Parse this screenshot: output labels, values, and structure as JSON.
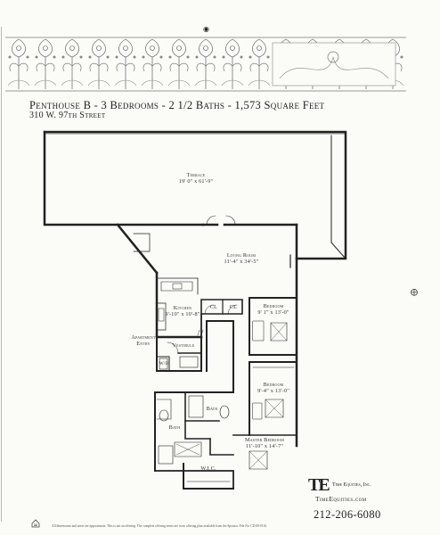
{
  "header": {
    "title": "Penthouse B - 3 Bedrooms - 2 1/2 Baths - 1,573 Square Feet",
    "address": "310 W. 97th Street"
  },
  "rooms": {
    "terrace": {
      "name": "Terrace",
      "dims": "19' 0\" x 61'-9\""
    },
    "living_room": {
      "name": "Living Room",
      "dims": "11'-4\" x 34'-5\""
    },
    "kitchen": {
      "name": "Kitchen",
      "dims": "9'-10\" x 10'-8\""
    },
    "bedroom_1": {
      "name": "Bedroom",
      "dims": "9' 1\" x 13'-0\""
    },
    "bedroom_2": {
      "name": "Bedroom",
      "dims": "9'-4\" x 13'-0\""
    },
    "master_bedroom": {
      "name": "Master Bedroom",
      "dims": "11'-10\" x 14'-7\""
    },
    "apt_entry": {
      "line1": "Apartment",
      "line2": "Entry"
    },
    "vestibule": "Vestibule",
    "bath_1": "Bath",
    "bath_2": "Bath",
    "wic": "W.I.C.",
    "closet_1": "CL",
    "closet_2": "CL",
    "wd": "W/D"
  },
  "footer": {
    "company": "Time Equities, Inc.",
    "website": "TimeEquities.com",
    "phone": "212-206-6080",
    "disclaimer": "All dimensions and areas are approximate. This is not an offering. The complete offering terms are in an offering plan available from the Sponsor. File No. CD 08-0116."
  },
  "icons": [
    "equal-housing-icon",
    "registration-mark-icon"
  ],
  "colors": {
    "ink": "#222222",
    "paper": "#fbfbf8"
  }
}
